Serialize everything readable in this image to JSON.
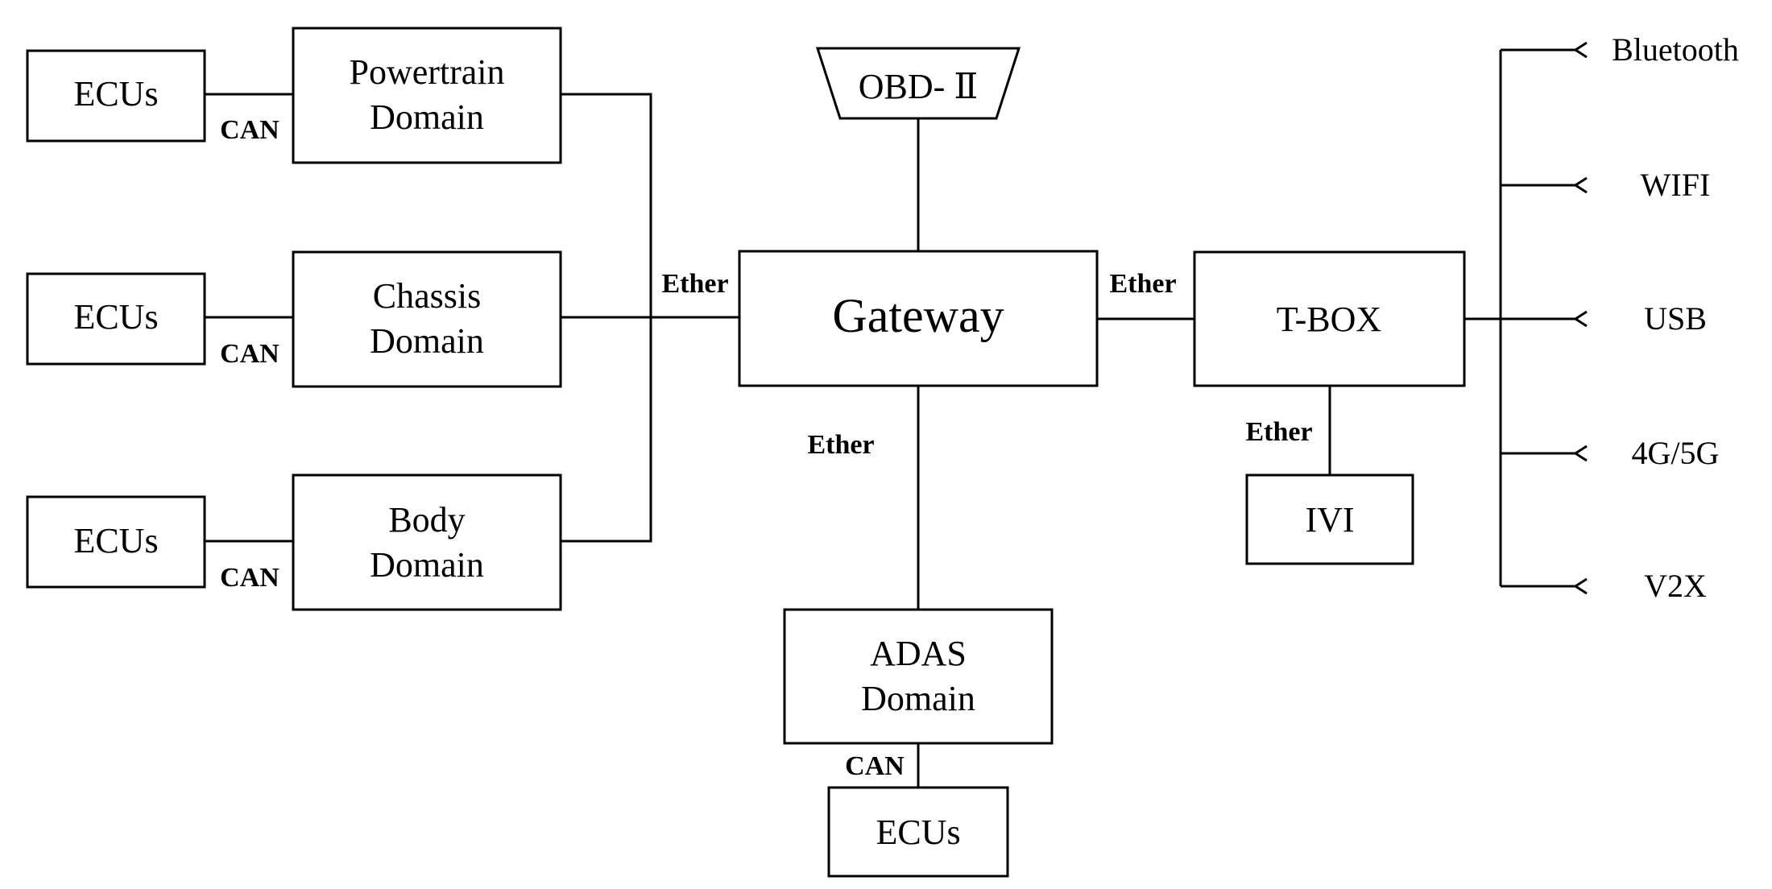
{
  "nodes": {
    "ecus_powertrain": "ECUs",
    "powertrain_line1": "Powertrain",
    "powertrain_line2": "Domain",
    "ecus_chassis": "ECUs",
    "chassis_line1": "Chassis",
    "chassis_line2": "Domain",
    "ecus_body": "ECUs",
    "body_line1": "Body",
    "body_line2": "Domain",
    "obd": "OBD- Ⅱ",
    "gateway": "Gateway",
    "adas_line1": "ADAS",
    "adas_line2": "Domain",
    "ecus_adas": "ECUs",
    "tbox": "T-BOX",
    "ivi": "IVI"
  },
  "connections": {
    "can_powertrain": "CAN",
    "can_chassis": "CAN",
    "can_body": "CAN",
    "can_adas": "CAN",
    "ether_domains": "Ether",
    "ether_tbox": "Ether",
    "ether_adas": "Ether",
    "ether_ivi": "Ether"
  },
  "interfaces": [
    "Bluetooth",
    "WIFI",
    "USB",
    "4G/5G",
    "V2X"
  ],
  "colors": {
    "stroke": "#000000",
    "background": "#ffffff"
  }
}
